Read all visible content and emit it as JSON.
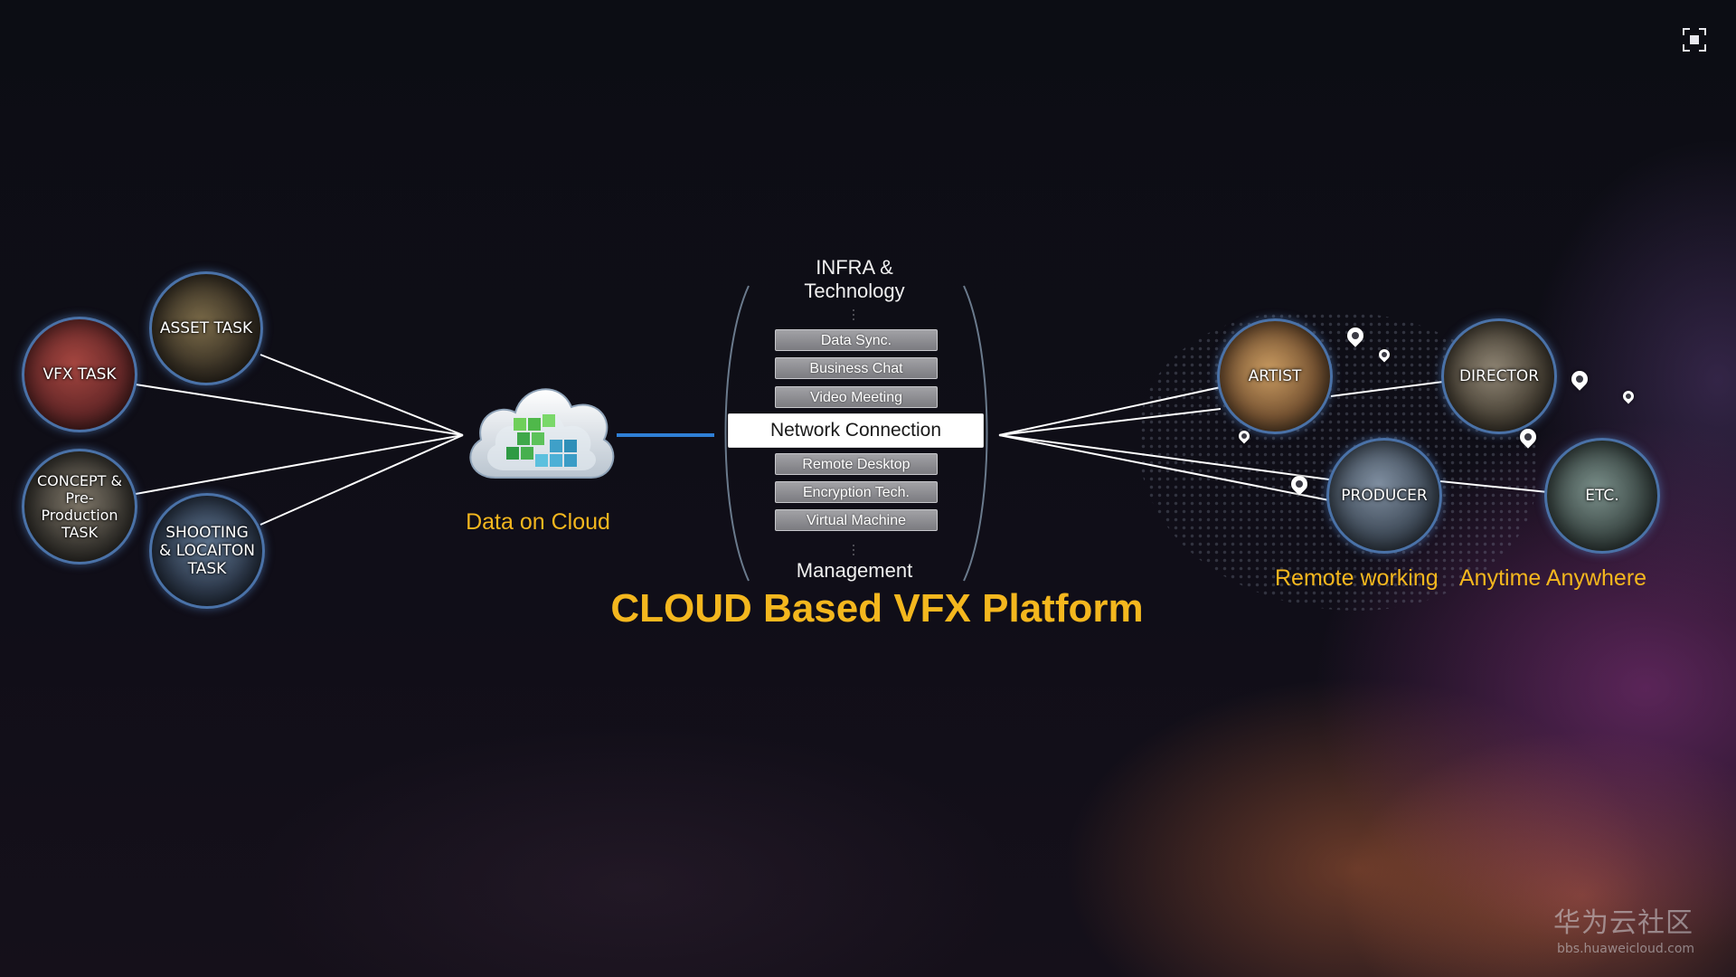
{
  "title": "CLOUD Based VFX Platform",
  "tasks": [
    {
      "label": "ASSET TASK"
    },
    {
      "label": "VFX TASK"
    },
    {
      "label": "CONCEPT &\nPre-Production\nTASK"
    },
    {
      "label": "SHOOTING\n& LOCAITON\nTASK"
    }
  ],
  "cloud_label": "Data on Cloud",
  "infra": {
    "title": "INFRA &\nTechnology",
    "items": [
      {
        "label": "Data Sync."
      },
      {
        "label": "Business Chat"
      },
      {
        "label": "Video Meeting"
      },
      {
        "label": "Network Connection",
        "highlighted": true
      },
      {
        "label": "Remote Desktop"
      },
      {
        "label": "Encryption Tech."
      },
      {
        "label": "Virtual Machine"
      }
    ],
    "footer": "Management"
  },
  "roles": [
    {
      "label": "ARTIST"
    },
    {
      "label": "DIRECTOR"
    },
    {
      "label": "PRODUCER"
    },
    {
      "label": "ETC."
    }
  ],
  "remote_label": "Remote working",
  "anytime_label": "Anytime Anywhere",
  "watermark": {
    "main": "华为云社区",
    "sub": "bbs.huaweicloud.com"
  },
  "colors": {
    "accent": "#f4b71e",
    "node_border": "#4a72a8",
    "link_line": "#ffffff",
    "cloud_link": "#2f7fd6"
  },
  "icons": {
    "fullscreen": "fullscreen-icon",
    "cloud": "cloud-data-icon",
    "pin": "location-pin-icon"
  }
}
